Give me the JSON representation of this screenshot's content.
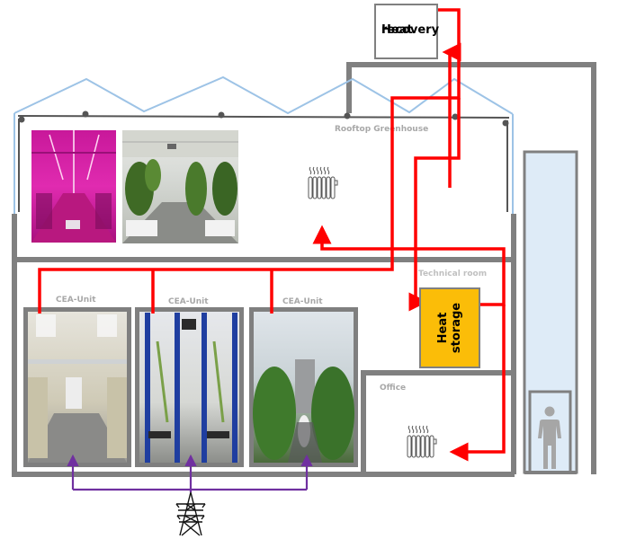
{
  "diagram": {
    "title": "Building heat and power flow schematic",
    "components": {
      "heat_recovery": {
        "label_line1": "Heat",
        "label_line2": "recovery"
      },
      "heat_storage": {
        "label_line1": "Heat",
        "label_line2": "storage",
        "fill_color": "#fbbd08"
      }
    },
    "rooms": {
      "rooftop_greenhouse": "Rooftop Greenhouse",
      "technical_room": "Technical room",
      "office": "Office",
      "cea_units": [
        "CEA-Unit",
        "CEA-Unit",
        "CEA-Unit"
      ]
    },
    "icons": {
      "radiators": [
        "radiator-greenhouse",
        "radiator-office"
      ],
      "power": "power-pylon",
      "person": "person-elevator"
    },
    "flows": {
      "heat_color": "#ff0000",
      "power_color": "#7030a0"
    },
    "colors": {
      "wall": "#808080",
      "glass_roof": "#9dc3e6",
      "elevator_fill": "#deebf7"
    }
  }
}
